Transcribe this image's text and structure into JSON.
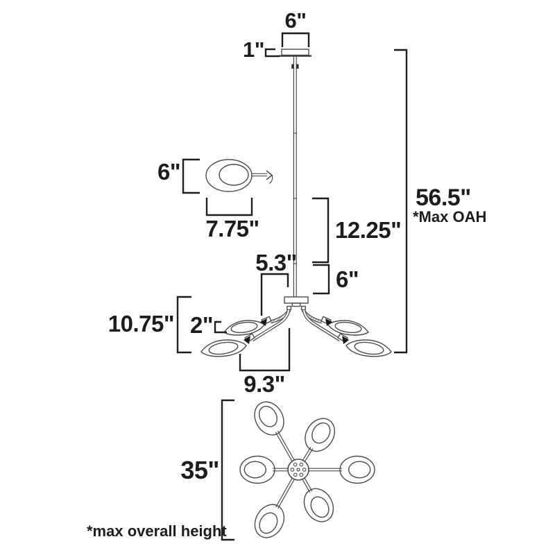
{
  "drawing": {
    "elevation": {
      "canopy_width": "6\"",
      "canopy_height": "1\"",
      "upper_stem_length": "12.25\"",
      "lower_stem_length": "6\"",
      "max_overall_height": "56.5\"",
      "max_overall_height_note": "*Max OAH",
      "center_to_arm": "5.3\"",
      "head_height": "2\"",
      "body_height": "10.75\"",
      "arm_projection": "9.3\""
    },
    "head_detail": {
      "height": "6\"",
      "width": "7.75\""
    },
    "plan": {
      "overall_width": "35\""
    },
    "footnote": "*max overall height"
  }
}
